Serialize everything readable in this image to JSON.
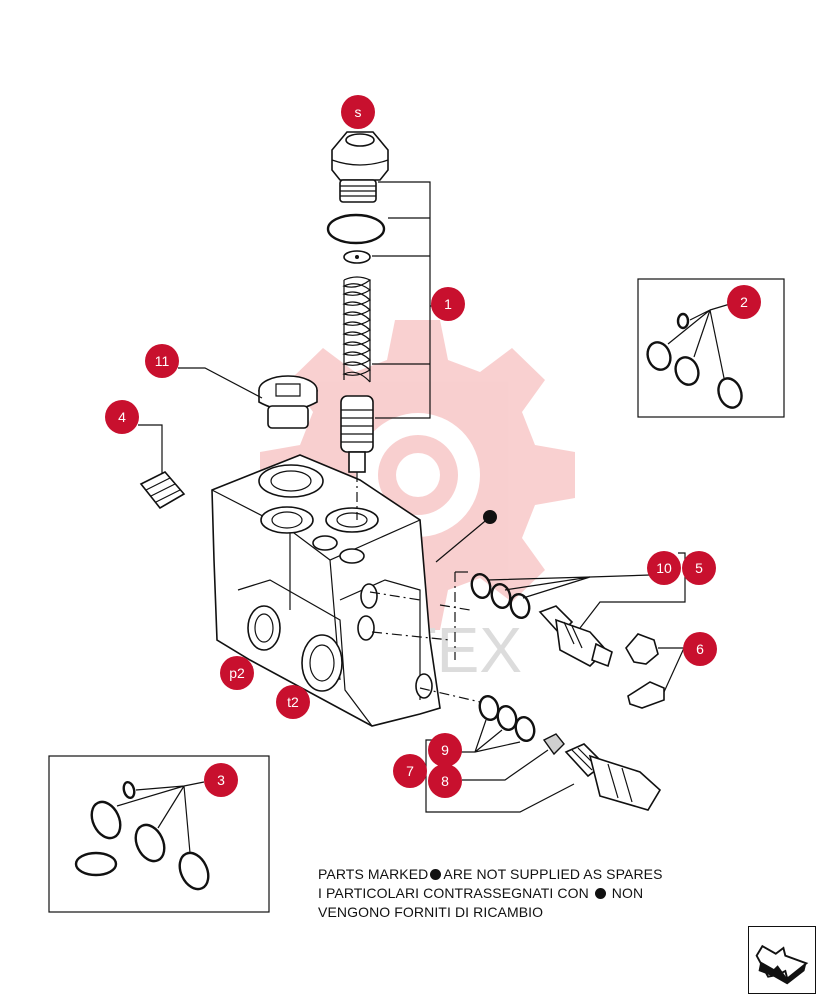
{
  "callouts": {
    "s": "s",
    "c1": "1",
    "c2": "2",
    "c3": "3",
    "c4": "4",
    "c5": "5",
    "c6": "6",
    "c7": "7",
    "c8": "8",
    "c9": "9",
    "c10": "10",
    "c11": "11",
    "p2": "p2",
    "t2": "t2"
  },
  "notes": {
    "line1_before": "PARTS MARKED",
    "line1_after": "ARE NOT SUPPLIED AS SPARES",
    "line2_before": "I  PARTICOLARI  CONTRASSEGNATI  CON",
    "line2_after": "NON",
    "line3": "VENGONO FORNITI DI RICAMBIO"
  },
  "watermark": "MHTEX",
  "colors": {
    "callout": "#c8102e",
    "watermark_gear": "#f4b6b6",
    "watermark_text": "#d8d8d8"
  },
  "icons": {
    "nav": "next-page-arrow-icon",
    "marker": "filled-dot-icon"
  }
}
